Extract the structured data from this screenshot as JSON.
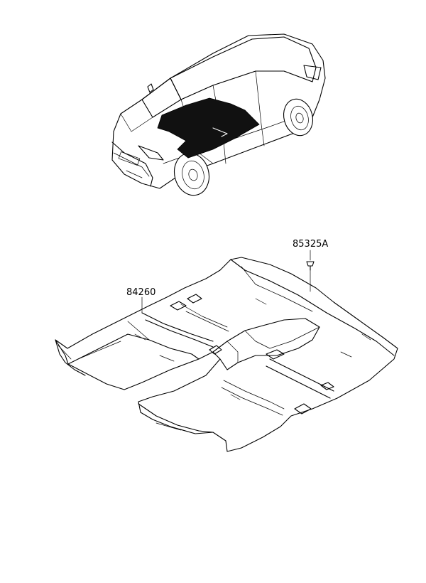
{
  "diagram": {
    "parts": [
      {
        "id": "clip",
        "number": "85325A"
      },
      {
        "id": "carpet",
        "number": "84260"
      }
    ],
    "colors": {
      "line": "#000000",
      "background": "#ffffff",
      "carpet_highlight": "#111111"
    }
  }
}
